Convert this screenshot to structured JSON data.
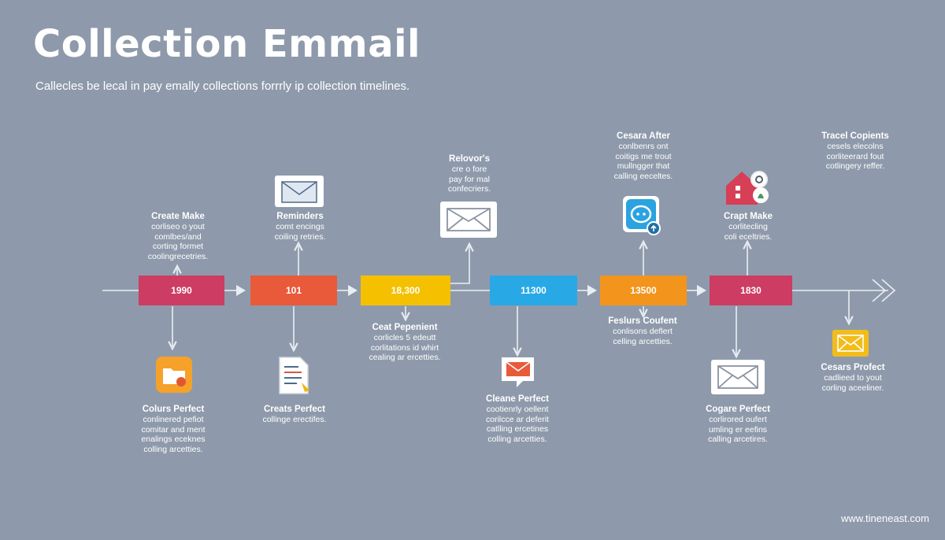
{
  "title": "Collection Emmail",
  "subtitle": "Callecles be lecal in pay emally collections forrrly ip collection timelines.",
  "watermark": "www.tineneast.com",
  "colors": {
    "background": "#8e9aab",
    "pink": "#cc3c63",
    "orange": "#e85a3a",
    "yellow": "#f5c000",
    "blue": "#29a8e6",
    "amber": "#f3941c",
    "line": "#e9eef3"
  },
  "timeline": {
    "boxes": [
      {
        "label": "1990",
        "color": "#cc3c63"
      },
      {
        "label": "101",
        "color": "#e85a3a"
      },
      {
        "label": "18,300",
        "color": "#f5c000"
      },
      {
        "label": "11300",
        "color": "#29a8e6"
      },
      {
        "label": "13500",
        "color": "#f3941c"
      },
      {
        "label": "1830",
        "color": "#cc3c63"
      }
    ]
  },
  "top_notes": [
    {
      "title": "Create Make",
      "body": "corliseo o yout\ncomlbes/and\ncorting formet\ncoolingrecetries."
    },
    {
      "title": "Reminders",
      "body": "comt encings\ncoiling retries."
    },
    {
      "title": "Relovor's",
      "body": "cre o fore\npay for mal\nconfecriers."
    },
    {
      "title": "Cesara After",
      "body": "conlbenrs ont\ncoitigs me trout\nmullngger that\ncalling eeceltes."
    },
    {
      "title": "Crapt Make",
      "body": "corlitecling\ncoli eceltries."
    },
    {
      "title": "Tracel Copients",
      "body": "cesels elecolns\ncorliteerard fout\ncotlingery reffer."
    }
  ],
  "bottom_notes": [
    {
      "title": "Colurs Perfect",
      "body": "conlinered pefiot\ncomitar and ment\nenalings eceknes\ncolling arcetties."
    },
    {
      "title": "Creats Perfect",
      "body": "collinge erectifes."
    },
    {
      "title": "Ceat Pepenient",
      "body": "corlicles 5 edeutt\ncorlitations id whirt\ncealing ar ercetties."
    },
    {
      "title": "Cleane Perfect",
      "body": "cootienrly oellent\ncorilcce ar deferit\ncatlling ercetines\ncolling arcetties."
    },
    {
      "title": "Feslurs Coufent",
      "body": "conlisons deflert\ncelling arcetties."
    },
    {
      "title": "Cogare Perfect",
      "body": "corlirored oufert\numling er eefins\ncalling arcetires."
    },
    {
      "title": "Cesars Profect",
      "body": "cadlieed to yout\ncorling aceeliner."
    }
  ],
  "icons": {
    "top": [
      "envelope-icon",
      "envelope-icon",
      "chat-app-icon",
      "house-settings-icon"
    ],
    "bottom": [
      "folder-icon",
      "document-icon",
      "mail-chat-icon",
      "envelope-icon",
      "envelope-icon"
    ]
  }
}
